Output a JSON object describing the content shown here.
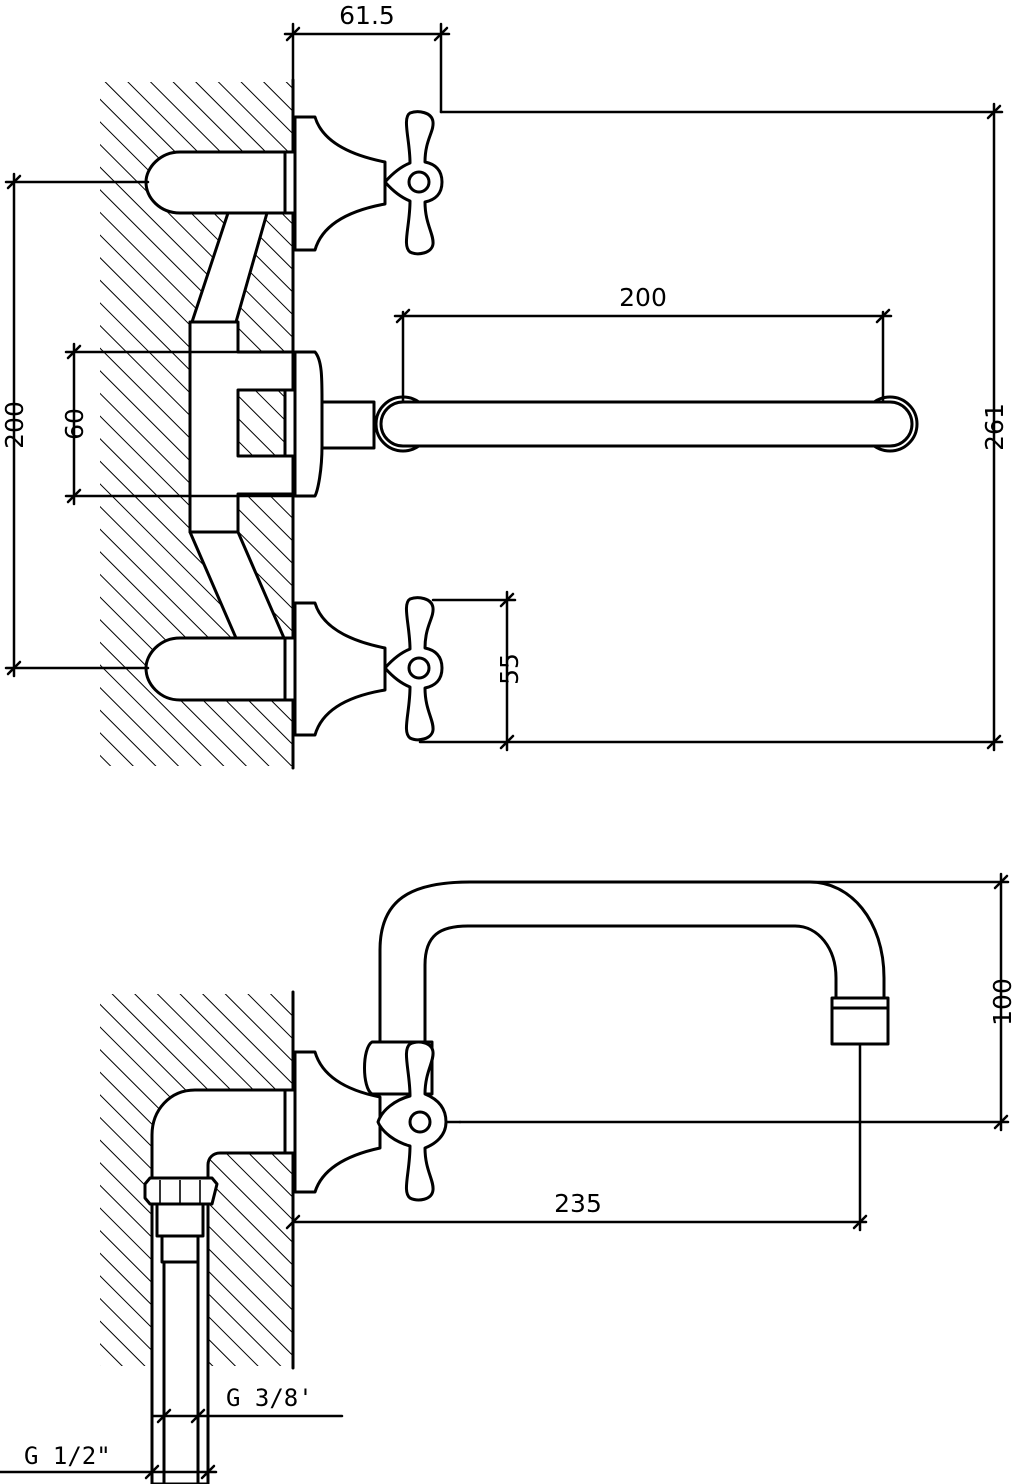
{
  "front_view": {
    "dimensions": {
      "handle_projection": "61.5",
      "spout_length": "200",
      "overall_height": "261",
      "inlet_spacing": "200",
      "outlet_offset": "60",
      "handle_height": "55"
    }
  },
  "side_view": {
    "dimensions": {
      "spout_reach": "235",
      "spout_height": "100"
    },
    "threads": {
      "outer": "G 1/2\"",
      "inner": "G 3/8'"
    }
  }
}
